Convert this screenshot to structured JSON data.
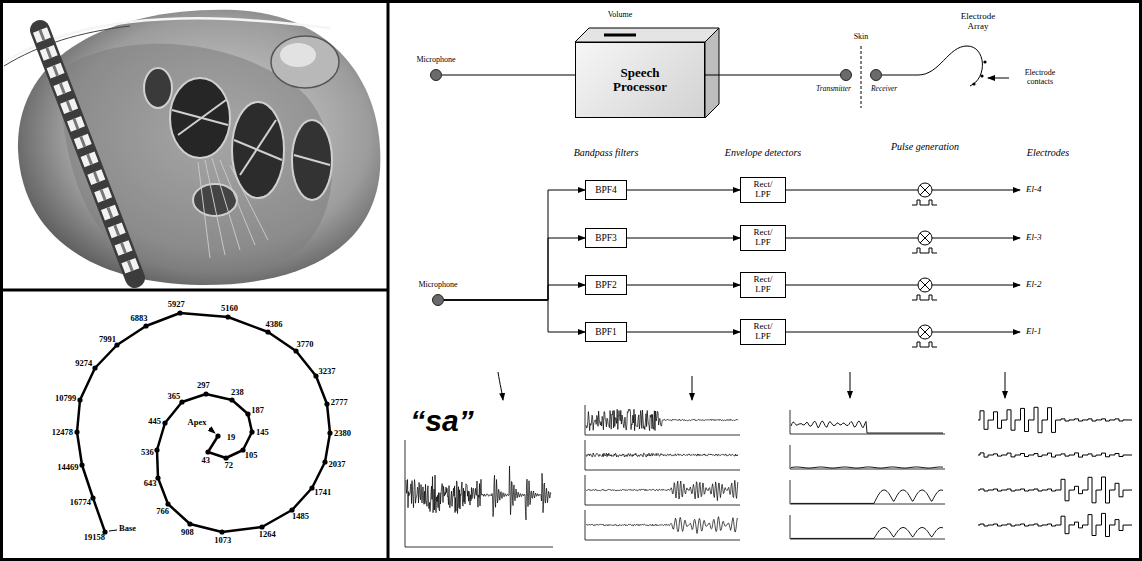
{
  "diagram": {
    "nodes": [
      {
        "text": [
          "Microphone"
        ]
      },
      {
        "text": [
          "Speech Processor"
        ]
      },
      {
        "text": [
          "Transmitter"
        ]
      },
      {
        "text": [
          "Receiver"
        ]
      },
      {
        "text": [
          "Microphone"
        ]
      },
      {
        "text": [
          "BPF4"
        ]
      },
      {
        "text": [
          "BPF3"
        ]
      },
      {
        "text": [
          "BPF2"
        ]
      },
      {
        "text": [
          "BPF1"
        ]
      },
      {
        "text": [
          "Rect/ LPF"
        ]
      },
      {
        "text": [
          "Rect/ LPF"
        ]
      },
      {
        "text": [
          "Rect/ LPF"
        ]
      },
      {
        "text": [
          "Rect/ LPF"
        ]
      }
    ],
    "edges": [
      {
        "from": 0,
        "to": 1,
        "arrow": "none"
      },
      {
        "from": 1,
        "to": 2,
        "arrow": "none"
      },
      {
        "from": 4,
        "to": 5,
        "arrow": "to"
      },
      {
        "from": 4,
        "to": 6,
        "arrow": "to"
      },
      {
        "from": 4,
        "to": 7,
        "arrow": "to"
      },
      {
        "from": 4,
        "to": 8,
        "arrow": "to"
      },
      {
        "from": 5,
        "to": 9,
        "arrow": "to"
      },
      {
        "from": 6,
        "to": 10,
        "arrow": "to"
      },
      {
        "from": 7,
        "to": 11,
        "arrow": "to"
      },
      {
        "from": 8,
        "to": 12,
        "arrow": "to"
      }
    ],
    "labels": [
      "Volume",
      "Skin",
      "Electrode Array",
      "Electrode contacts",
      "Bandpass filters",
      "Envelope detectors",
      "Pulse generation",
      "Electrodes",
      "El-4",
      "El-3",
      "El-2",
      "El-1",
      "“sa”",
      "19158",
      "16774",
      "14469",
      "12478",
      "10799",
      "9274",
      "7991",
      "6883",
      "5927",
      "5160",
      "4386",
      "3770",
      "3237",
      "2777",
      "2380",
      "2037",
      "1741",
      "1485",
      "1264",
      "1073",
      "908",
      "766",
      "643",
      "536",
      "445",
      "365",
      "297",
      "238",
      "187",
      "145",
      "105",
      "72",
      "43",
      "19",
      "Apex",
      "Base"
    ]
  }
}
